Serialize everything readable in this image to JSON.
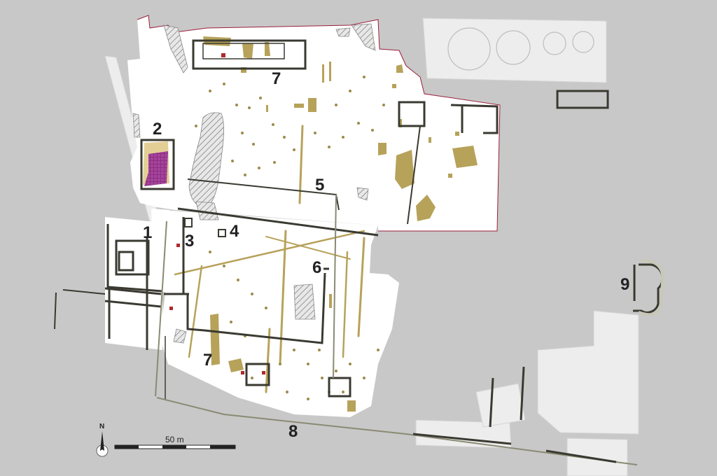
{
  "map": {
    "labels": {
      "l1": "1",
      "l2": "2",
      "l3": "3",
      "l4": "4",
      "l5": "5",
      "l6": "6",
      "l7a": "7",
      "l7b": "7",
      "l8": "8",
      "l9": "9"
    },
    "scale_bar": {
      "label": "50 m"
    },
    "north_arrow": {
      "label": "N"
    }
  },
  "colors": {
    "background": "#c8c8c8",
    "excavated_area": "#ffffff",
    "walls": "#3a3a32",
    "features": "#b7a25a",
    "mosaic": "#8e2f84",
    "boundary": "#9a1f3a",
    "context_buildings": "#efefef"
  }
}
